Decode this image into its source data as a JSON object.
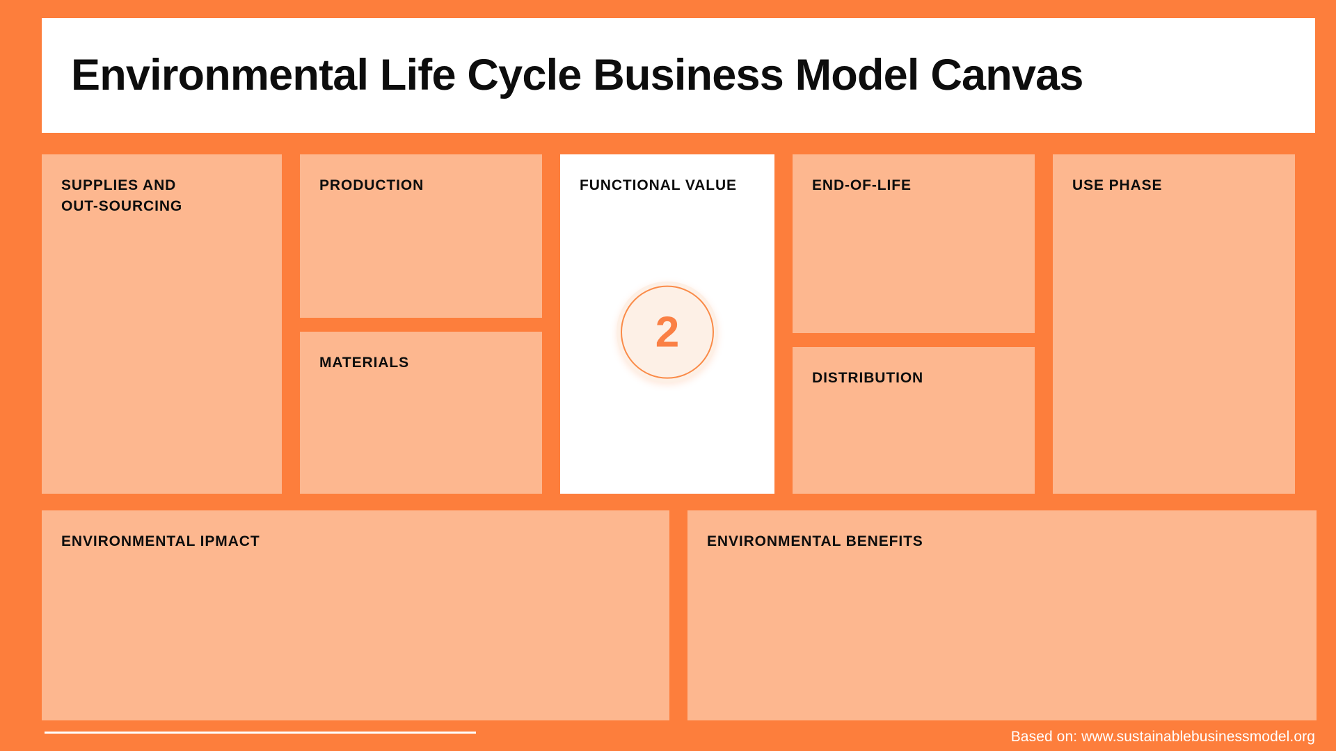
{
  "header": {
    "title": "Environmental Life Cycle Business Model Canvas"
  },
  "colors": {
    "background_orange": "#FD7E3C",
    "panel_peach": "#FDB78F",
    "panel_white": "#FFFFFF",
    "badge_fill": "#FDF0E6",
    "badge_ring": "#FA8B48",
    "badge_number": "#FA8045",
    "title_text": "#0D0D0D",
    "footer_text": "#FFFFFF"
  },
  "grid": {
    "columns": [
      {
        "key": "supplies",
        "panels": [
          {
            "title": "SUPPLIES AND\nOUT-SOURCING",
            "style": "peach"
          }
        ]
      },
      {
        "key": "production",
        "panels": [
          {
            "title": "PRODUCTION",
            "style": "peach"
          },
          {
            "title": "MATERIALS",
            "style": "peach"
          }
        ]
      },
      {
        "key": "functional",
        "panels": [
          {
            "title": "FUNCTIONAL VALUE",
            "style": "white"
          }
        ]
      },
      {
        "key": "endoflife",
        "panels": [
          {
            "title": "END-OF-LIFE",
            "style": "peach"
          },
          {
            "title": "DISTRIBUTION",
            "style": "peach"
          }
        ]
      },
      {
        "key": "usephase",
        "panels": [
          {
            "title": "USE PHASE",
            "style": "peach"
          }
        ]
      }
    ]
  },
  "badge": {
    "number": "2"
  },
  "bottom": {
    "impact_title": "ENVIRONMENTAL IPMACT",
    "benefits_title": "ENVIRONMENTAL BENEFITS"
  },
  "footer": {
    "credit": "Based on: www.sustainablebusinessmodel.org"
  }
}
